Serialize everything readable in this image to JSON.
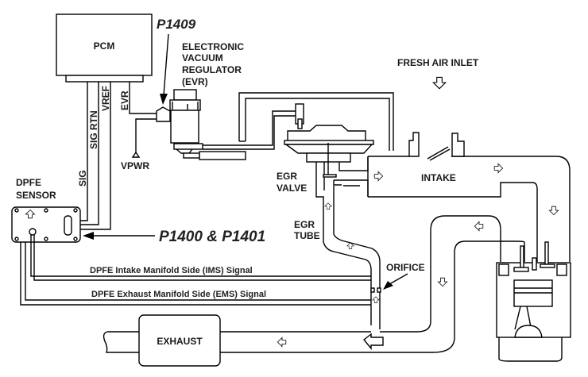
{
  "labels": {
    "pcm": "PCM",
    "sig": "SIG",
    "sig_rtn": "SIG RTN",
    "vref": "VREF",
    "evr_wire": "EVR",
    "vpwr": "VPWR",
    "p1409": "P1409",
    "evr_lines": [
      "ELECTRONIC",
      "VACUUM",
      "REGULATOR",
      "(EVR)"
    ],
    "fresh_air_inlet": "FRESH AIR INLET",
    "dpfe_lines": [
      "DPFE",
      "SENSOR"
    ],
    "egr_valve_lines": [
      "EGR",
      "VALVE"
    ],
    "egr_tube_lines": [
      "EGR",
      "TUBE"
    ],
    "intake": "INTAKE",
    "p1400_p1401": "P1400 & P1401",
    "orifice": "ORIFICE",
    "ims_signal": "DPFE Intake Manifold Side (IMS) Signal",
    "ems_signal": "DPFE Exhaust Manifold Side (EMS) Signal",
    "exhaust": "EXHAUST"
  }
}
